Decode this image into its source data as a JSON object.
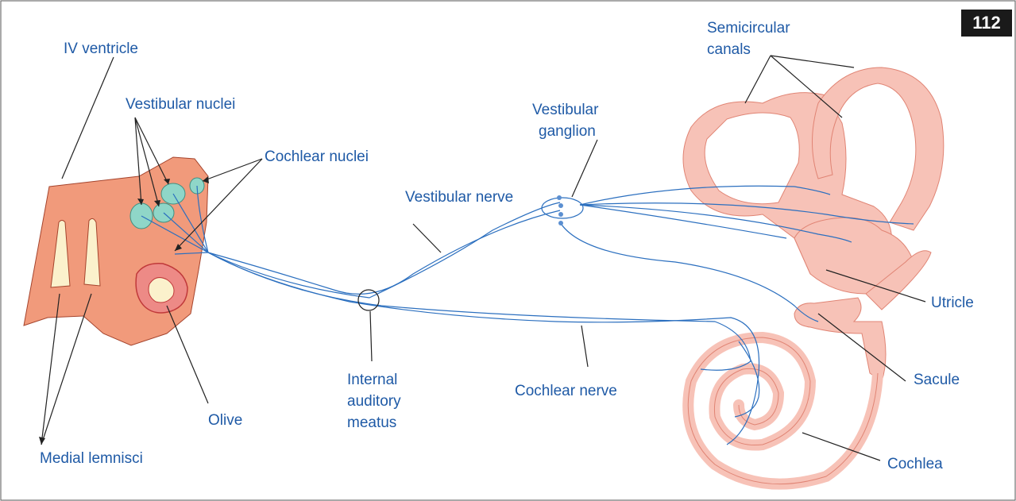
{
  "page_number": "112",
  "colors": {
    "label_text": "#1f5aa6",
    "nerve": "#2b6fbf",
    "brainstem": "#f19a7b",
    "brainstem_outline": "#a5442d",
    "nucleus": "#8fd6c8",
    "labyrinth": "#f7c2b7",
    "labyrinth_outline": "#e08474",
    "olive_ring": "#e06a6a"
  },
  "labels": {
    "iv_ventricle": "IV ventricle",
    "vestibular_nuclei": "Vestibular nuclei",
    "cochlear_nuclei": "Cochlear nuclei",
    "medial_lemnisci": "Medial lemnisci",
    "olive": "Olive",
    "internal_auditory_meatus": [
      "Internal",
      "auditory",
      "meatus"
    ],
    "vestibular_nerve": "Vestibular nerve",
    "vestibular_ganglion": [
      "Vestibular",
      "ganglion"
    ],
    "cochlear_nerve": "Cochlear nerve",
    "semicircular_canals": [
      "Semicircular",
      "canals"
    ],
    "utricle": "Utricle",
    "sacule": "Sacule",
    "cochlea": "Cochlea"
  }
}
